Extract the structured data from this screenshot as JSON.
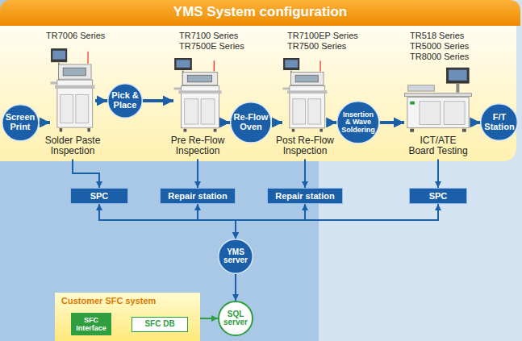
{
  "diagram": {
    "title": "YMS System configuration",
    "nodes": [
      {
        "text": [
          "Screen Print"
        ]
      },
      {
        "text": [
          "Solder Paste Inspection"
        ]
      },
      {
        "text": [
          "Pick & Place"
        ]
      },
      {
        "text": [
          "Pre Re-Flow Inspection"
        ]
      },
      {
        "text": [
          "Re-Flow Oven"
        ]
      },
      {
        "text": [
          "Post Re-Flow Inspection"
        ]
      },
      {
        "text": [
          "Insertion & Wave Soldering"
        ]
      },
      {
        "text": [
          "ICT/ATE Board Testing"
        ]
      },
      {
        "text": [
          "F/T Station"
        ]
      },
      {
        "text": [
          "SPC"
        ]
      },
      {
        "text": [
          "Repair station"
        ]
      },
      {
        "text": [
          "Repair station"
        ]
      },
      {
        "text": [
          "SPC"
        ]
      },
      {
        "text": [
          "YMS server"
        ]
      },
      {
        "text": [
          "Customer SFC system"
        ]
      },
      {
        "text": [
          "SFC Interface"
        ],
        "in": 14
      },
      {
        "text": [
          "SFC DB"
        ],
        "in": 14
      },
      {
        "text": [
          "SQL server"
        ]
      }
    ],
    "edges": [
      {
        "from": 0,
        "to": 1,
        "arrow": "to"
      },
      {
        "from": 1,
        "to": 2,
        "arrow": "to"
      },
      {
        "from": 2,
        "to": 3,
        "arrow": "to"
      },
      {
        "from": 3,
        "to": 4,
        "arrow": "to"
      },
      {
        "from": 4,
        "to": 5,
        "arrow": "to"
      },
      {
        "from": 5,
        "to": 6,
        "arrow": "to"
      },
      {
        "from": 6,
        "to": 7,
        "arrow": "to"
      },
      {
        "from": 7,
        "to": 8,
        "arrow": "to"
      },
      {
        "from": 1,
        "to": 9,
        "arrow": "to"
      },
      {
        "from": 3,
        "to": 10,
        "arrow": "to"
      },
      {
        "from": 5,
        "to": 11,
        "arrow": "to"
      },
      {
        "from": 7,
        "to": 12,
        "arrow": "to"
      },
      {
        "from": 13,
        "to": 9,
        "arrow": "both"
      },
      {
        "from": 13,
        "to": 10,
        "arrow": "both"
      },
      {
        "from": 13,
        "to": 11,
        "arrow": "both"
      },
      {
        "from": 13,
        "to": 12,
        "arrow": "both"
      },
      {
        "from": 13,
        "to": 17,
        "arrow": "to"
      },
      {
        "from": 15,
        "to": 16,
        "arrow": "both"
      },
      {
        "from": 16,
        "to": 17,
        "arrow": "to"
      }
    ],
    "labels": [
      "TR7006 Series",
      "TR7100 Series",
      "TR7500E Series",
      "TR7100EP Series",
      "TR7500 Series",
      "TR518 Series",
      "TR5000 Series",
      "TR8000 Series"
    ]
  }
}
